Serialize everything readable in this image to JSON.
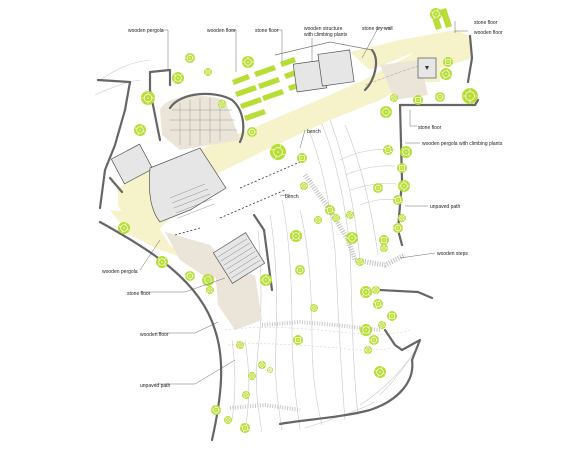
{
  "labels": {
    "wooden_pergola_top": "wooden pergola",
    "wooden_floor_top": "wooden floor",
    "stone_floor_top": "stone floor",
    "wooden_structure_line1": "wooden structure",
    "wooden_structure_line2": "with climbing plants",
    "stone_dry_wall": "stone dry wall",
    "stone_floor_tr": "stone floor",
    "wooden_floor_tr": "wooden floor",
    "stone_floor_right": "stone floor",
    "wooden_pergola_climbing": "wooden pergola with climbing plants",
    "bench_upper": "bench",
    "bench_lower": "bench",
    "unpaved_path_right": "unpaved path",
    "wooden_steps": "wooden steps",
    "wooden_pergola_left": "wooden pergola",
    "stone_floor_left": "stone floor",
    "wooden_floor_left": "wooden floor",
    "unpaved_path_left": "unpaved path"
  },
  "colors": {
    "tree": "#b8dd34",
    "stone_floor": "#f6f2c9",
    "wooden_floor": "#ebe4d8",
    "building": "#e6e6e6",
    "wall": "#666666",
    "contour": "#c9c9c9"
  },
  "icons": {
    "tree": "tree-icon",
    "bench": "bench-icon"
  }
}
